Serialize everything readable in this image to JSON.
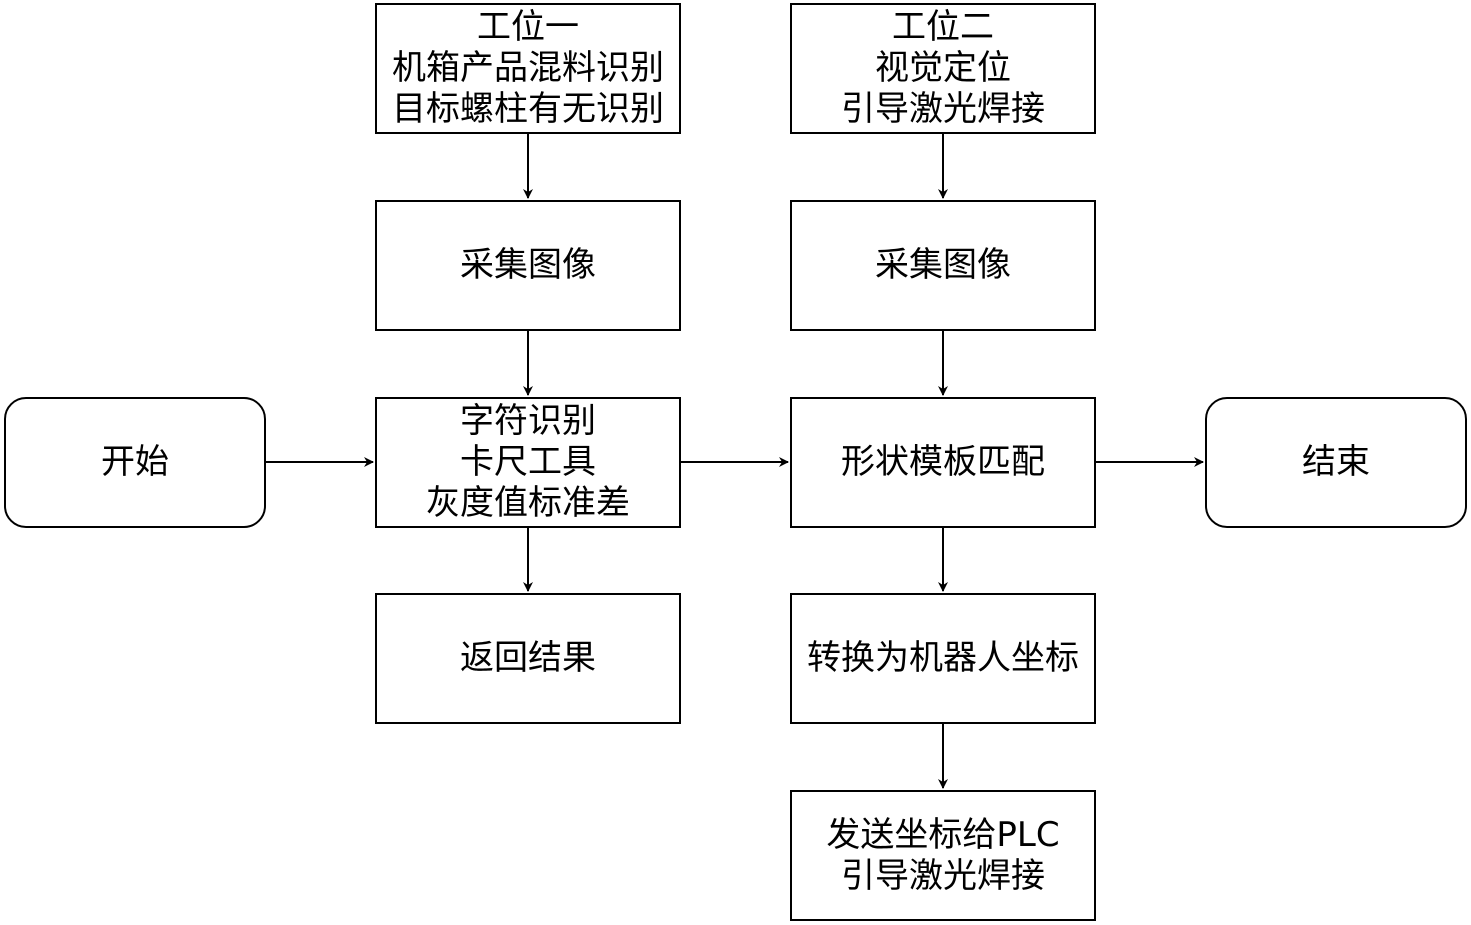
{
  "nodes": {
    "start": {
      "lines": [
        "开始"
      ]
    },
    "end": {
      "lines": [
        "结束"
      ]
    },
    "station1": {
      "lines": [
        "工位一",
        "机箱产品混料识别",
        "目标螺柱有无识别"
      ]
    },
    "station2": {
      "lines": [
        "工位二",
        "视觉定位",
        "引导激光焊接"
      ]
    },
    "capture1": {
      "lines": [
        "采集图像"
      ]
    },
    "capture2": {
      "lines": [
        "采集图像"
      ]
    },
    "tools": {
      "lines": [
        "字符识别",
        "卡尺工具",
        "灰度值标准差"
      ]
    },
    "shape_match": {
      "lines": [
        "形状模板匹配"
      ]
    },
    "return_result": {
      "lines": [
        "返回结果"
      ]
    },
    "convert_coords": {
      "lines": [
        "转换为机器人坐标"
      ]
    },
    "send_plc": {
      "lines": [
        "发送坐标给PLC",
        "引导激光焊接"
      ]
    }
  }
}
